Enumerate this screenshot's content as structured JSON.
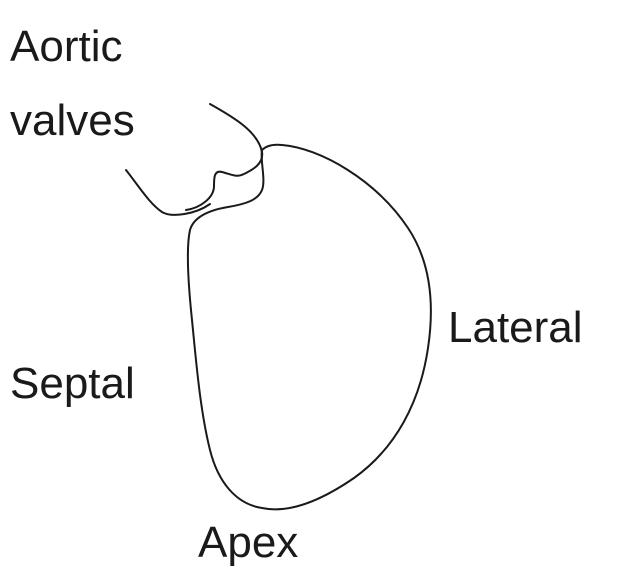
{
  "diagram": {
    "labels": {
      "aortic_line1": "Aortic",
      "aortic_line2": "valves",
      "lateral": "Lateral",
      "septal": "Septal",
      "apex": "Apex"
    },
    "stroke_color": "#1a1a1a",
    "background_color": "#ffffff"
  }
}
